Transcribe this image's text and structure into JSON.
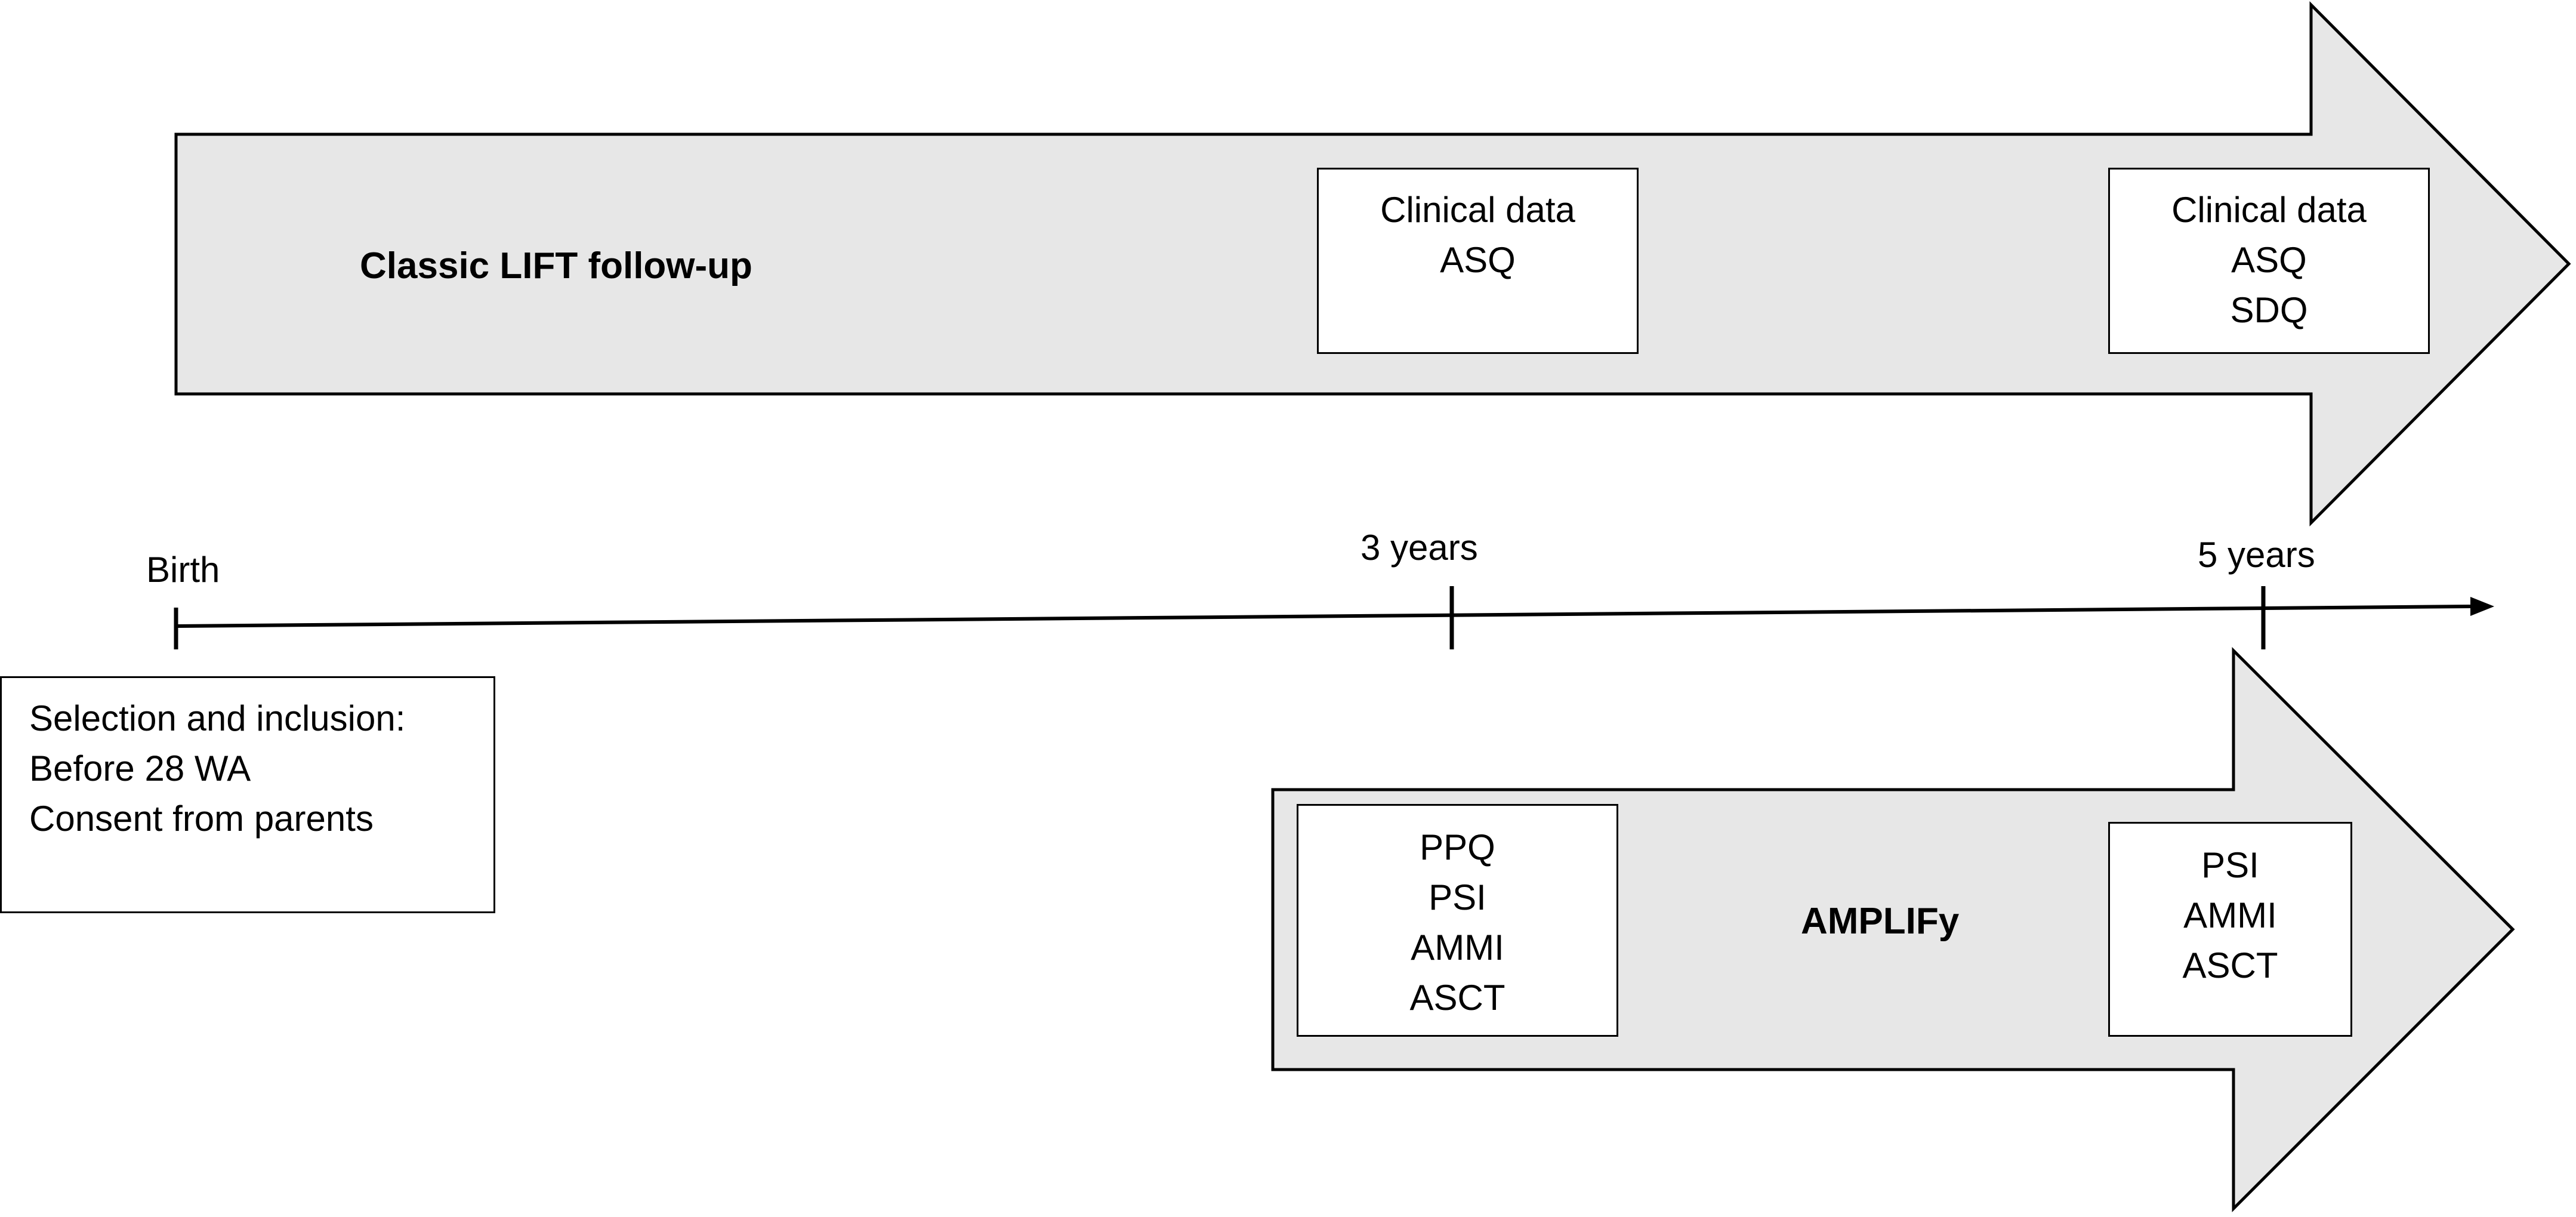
{
  "classic_lift": {
    "title": "Classic LIFT follow-up",
    "box_3y": [
      "Clinical data",
      "ASQ"
    ],
    "box_5y": [
      "Clinical data",
      "ASQ",
      "SDQ"
    ]
  },
  "timeline": {
    "birth_label": "Birth",
    "year3_label": "3 years",
    "year5_label": "5 years"
  },
  "inclusion": {
    "lines": [
      "Selection and inclusion:",
      "Before 28 WA",
      "Consent from parents"
    ]
  },
  "amplify": {
    "title": "AMPLIFy",
    "box_3y": [
      "PPQ",
      "PSI",
      "AMMI",
      "ASCT"
    ],
    "box_5y": [
      "PSI",
      "AMMI",
      "ASCT"
    ]
  },
  "colors": {
    "arrow_fill": "#e7e7e7",
    "stroke": "#000000"
  }
}
